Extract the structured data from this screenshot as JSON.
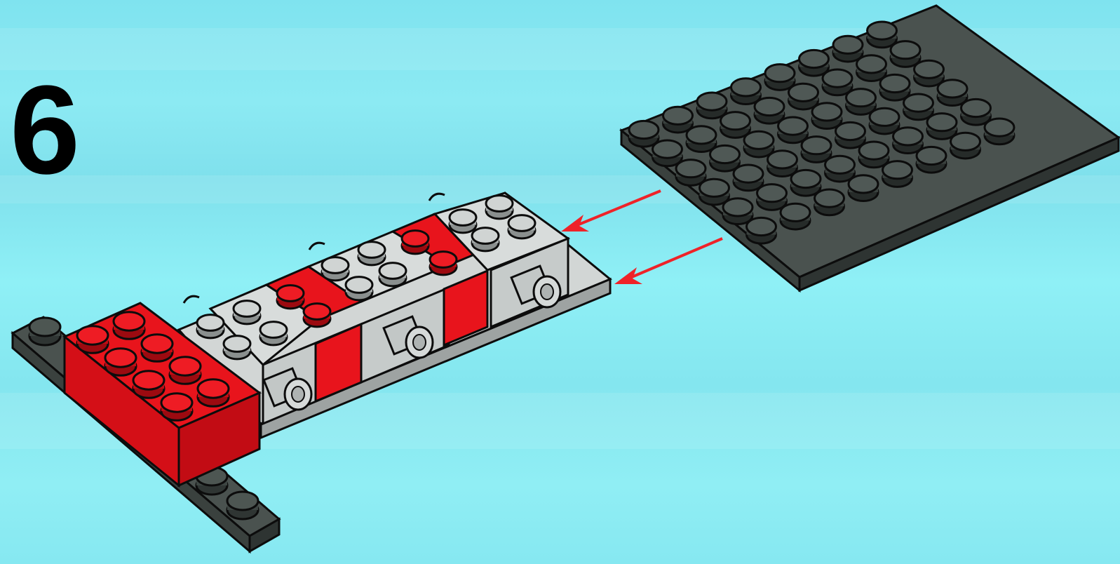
{
  "page": {
    "step_number": "6"
  },
  "colors": {
    "background": "#86e6f0",
    "dark_gray_plate": "#424a47",
    "light_gray_brick": "#c8cdcc",
    "red_brick": "#ee1a22",
    "arrow": "#ef2228",
    "outline": "#0c0c0c"
  },
  "parts": [
    {
      "name": "dark-gray-plate-6x8",
      "color": "dark_gray_plate"
    },
    {
      "name": "dark-gray-plate-1x8",
      "color": "dark_gray_plate"
    },
    {
      "name": "red-brick-2x4",
      "color": "red_brick"
    },
    {
      "name": "red-plate-1x2",
      "color": "red_brick"
    },
    {
      "name": "light-gray-brick-with-pin",
      "color": "light_gray_brick"
    }
  ],
  "arrows": [
    {
      "name": "placement-arrow-upper",
      "color": "arrow"
    },
    {
      "name": "placement-arrow-lower",
      "color": "arrow"
    }
  ]
}
